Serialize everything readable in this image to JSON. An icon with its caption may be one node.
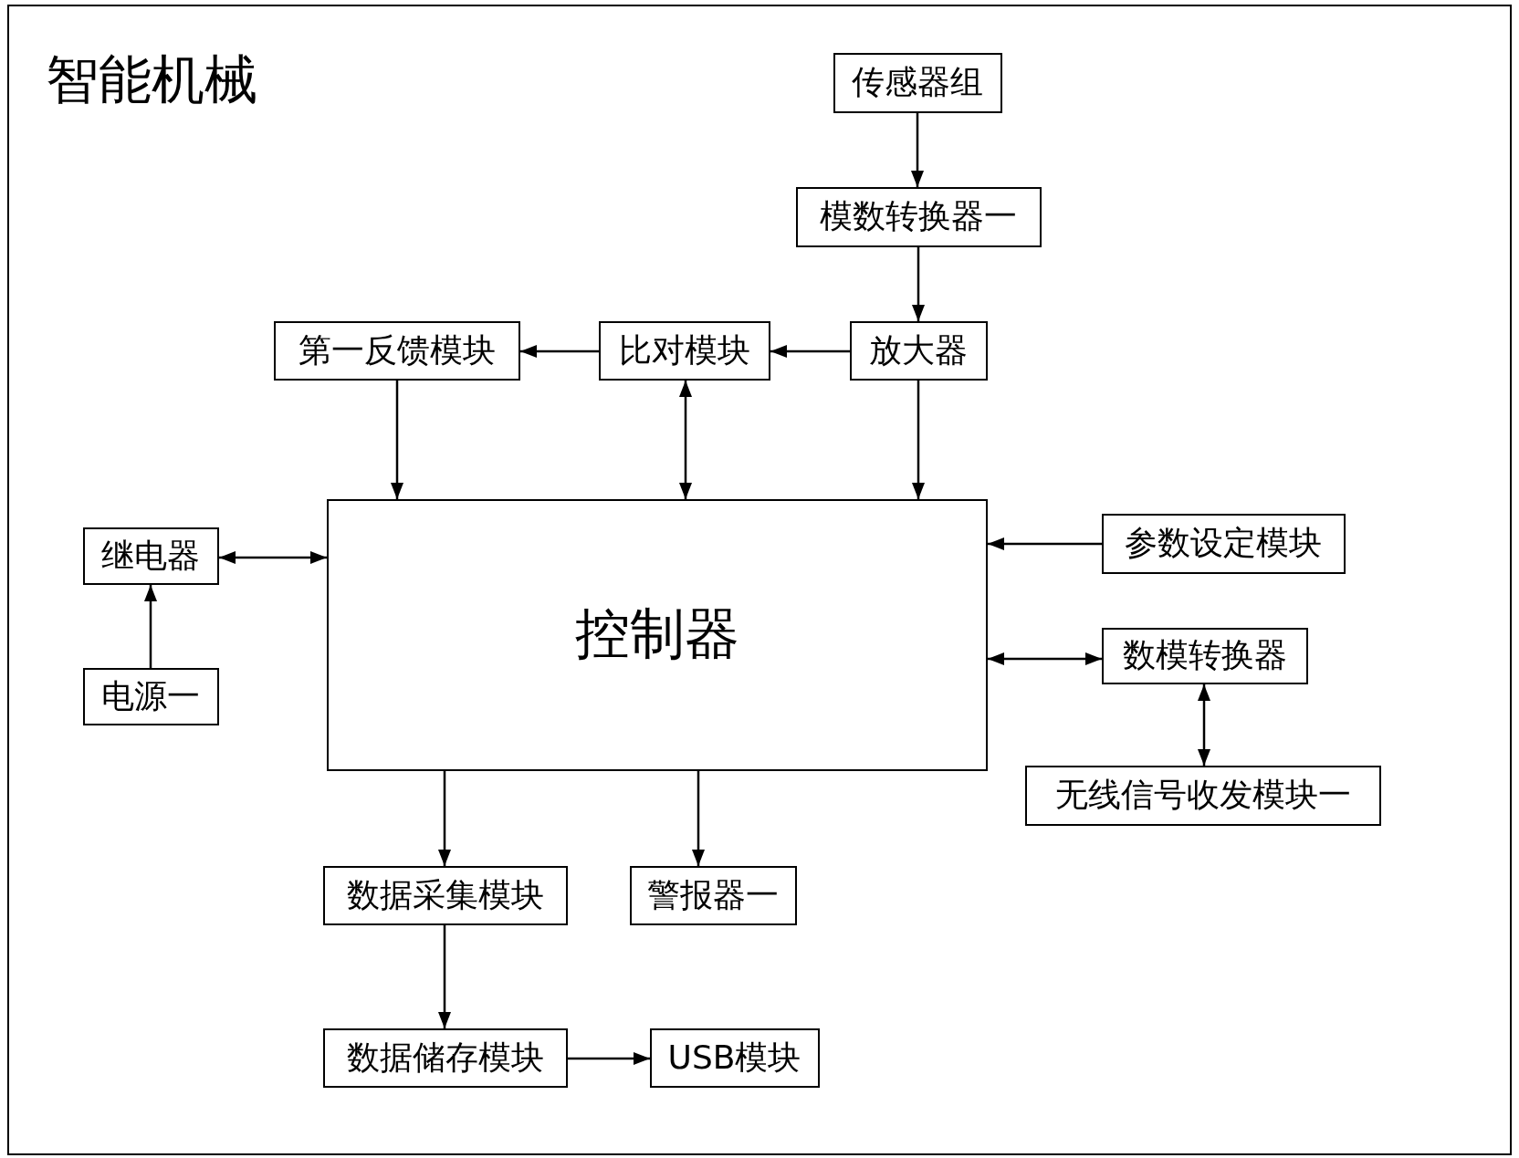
{
  "diagram": {
    "nodes": [
      {
        "text": [
          "智能机械"
        ]
      },
      {
        "text": [
          "传感器组"
        ],
        "in": 0
      },
      {
        "text": [
          "模数转换器一"
        ],
        "in": 0
      },
      {
        "text": [
          "放大器"
        ],
        "in": 0
      },
      {
        "text": [
          "比对模块"
        ],
        "in": 0
      },
      {
        "text": [
          "第一反馈模块"
        ],
        "in": 0
      },
      {
        "text": [
          "控制器"
        ],
        "in": 0
      },
      {
        "text": [
          "继电器"
        ],
        "in": 0
      },
      {
        "text": [
          "电源一"
        ],
        "in": 0
      },
      {
        "text": [
          "参数设定模块"
        ],
        "in": 0
      },
      {
        "text": [
          "数模转换器"
        ],
        "in": 0
      },
      {
        "text": [
          "无线信号收发模块一"
        ],
        "in": 0
      },
      {
        "text": [
          "数据采集模块"
        ],
        "in": 0
      },
      {
        "text": [
          "警报器一"
        ],
        "in": 0
      },
      {
        "text": [
          "数据储存模块"
        ],
        "in": 0
      },
      {
        "text": [
          "USB模块"
        ],
        "in": 0
      }
    ],
    "edges": [
      {
        "from": 1,
        "to": 2,
        "arrow": "to"
      },
      {
        "from": 2,
        "to": 3,
        "arrow": "to"
      },
      {
        "from": 3,
        "to": 4,
        "arrow": "to"
      },
      {
        "from": 4,
        "to": 5,
        "arrow": "to"
      },
      {
        "from": 5,
        "to": 6,
        "arrow": "to"
      },
      {
        "from": 4,
        "to": 6,
        "arrow": "both"
      },
      {
        "from": 3,
        "to": 6,
        "arrow": "to"
      },
      {
        "from": 7,
        "to": 6,
        "arrow": "both"
      },
      {
        "from": 8,
        "to": 7,
        "arrow": "to"
      },
      {
        "from": 9,
        "to": 6,
        "arrow": "to"
      },
      {
        "from": 6,
        "to": 10,
        "arrow": "both"
      },
      {
        "from": 10,
        "to": 11,
        "arrow": "both"
      },
      {
        "from": 6,
        "to": 12,
        "arrow": "to"
      },
      {
        "from": 6,
        "to": 13,
        "arrow": "to"
      },
      {
        "from": 12,
        "to": 14,
        "arrow": "to"
      },
      {
        "from": 14,
        "to": 15,
        "arrow": "to"
      }
    ]
  }
}
